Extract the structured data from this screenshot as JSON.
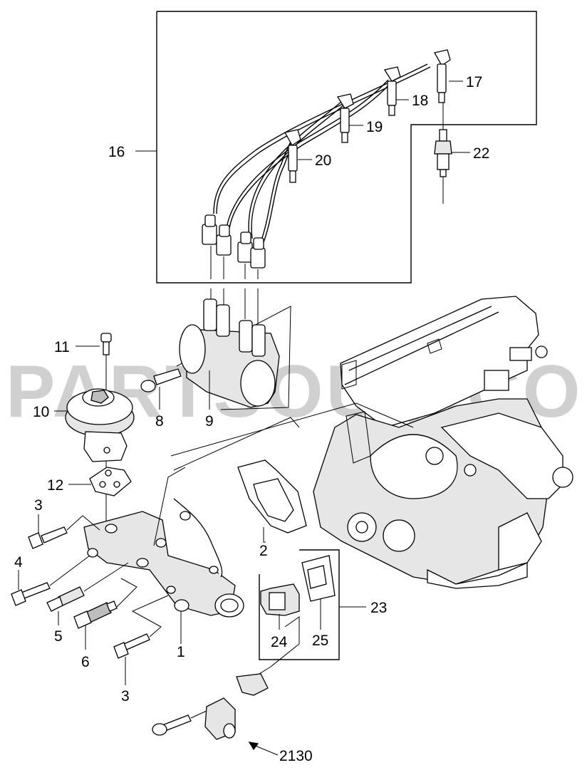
{
  "watermark": "PARTSOUQ.COM",
  "callouts": {
    "c1": "1",
    "c2": "2",
    "c3a": "3",
    "c3b": "3",
    "c4": "4",
    "c5": "5",
    "c6": "6",
    "c8": "8",
    "c9": "9",
    "c10": "10",
    "c11": "11",
    "c12": "12",
    "c16": "16",
    "c17": "17",
    "c18": "18",
    "c19": "19",
    "c20": "20",
    "c22": "22",
    "c23": "23",
    "c24": "24",
    "c25": "25",
    "c2130": "2130"
  }
}
